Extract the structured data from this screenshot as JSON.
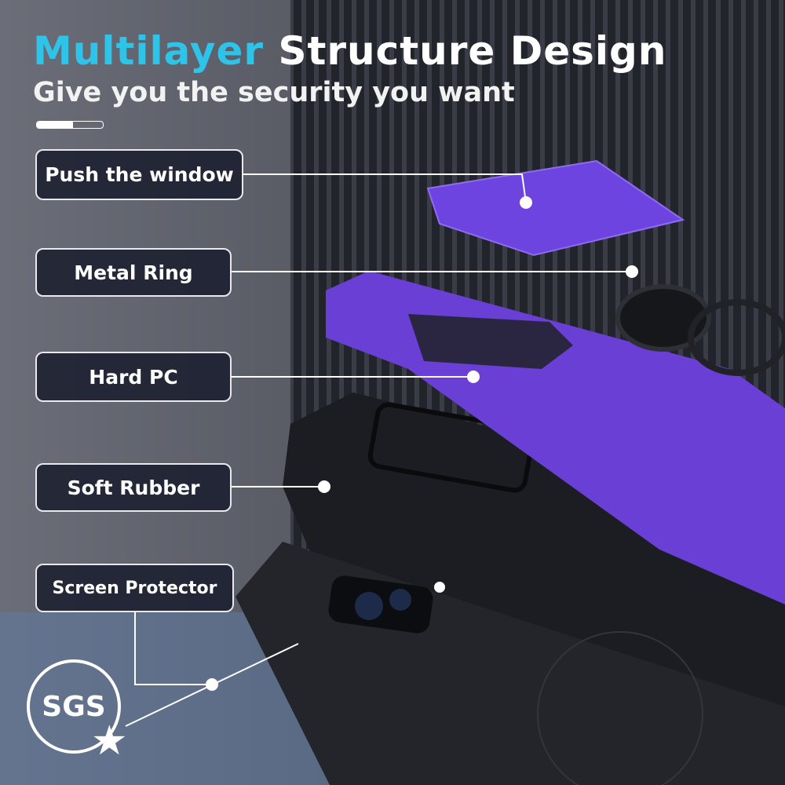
{
  "headline": {
    "highlight": "Multilayer",
    "rest": "Structure Design"
  },
  "subtitle": "Give you the security you want",
  "labels": {
    "push_window": "Push the window",
    "metal_ring": "Metal Ring",
    "hard_pc": "Hard PC",
    "soft_rubber": "Soft Rubber",
    "screen_protector": "Screen Protector"
  },
  "badge": "SGS",
  "colors": {
    "accent": "#2ec4ea",
    "case": "#6a3fd6"
  }
}
